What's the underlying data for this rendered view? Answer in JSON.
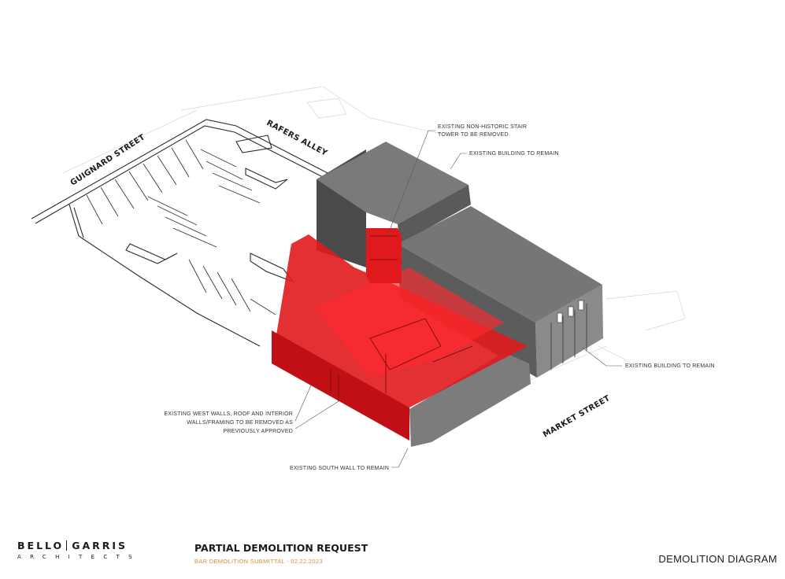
{
  "streets": {
    "guignard": "GUIGNARD STREET",
    "rafers": "RAFERS ALLEY",
    "market": "MARKET STREET"
  },
  "notes": {
    "stair_line1": "EXISTING NON-HISTORIC STAIR",
    "stair_line2": "TOWER TO BE REMOVED",
    "building_remain_top": "EXISTING BUILDING TO REMAIN",
    "building_remain_right": "EXISTING BUILDING TO REMAIN",
    "west_line1": "EXISTING WEST WALLS, ROOF AND INTERIOR",
    "west_line2": "WALLS/FRAMING TO BE REMOVED AS",
    "west_line3": "PREVIOUSLY APPROVED",
    "south_wall": "EXISTING SOUTH WALL TO REMAIN"
  },
  "title_block": {
    "firm_left": "BELLO",
    "firm_right": "GARRIS",
    "firm_sub": "ARCHITECTS",
    "project_title": "PARTIAL DEMOLITION REQUEST",
    "project_subtitle": "BAR DEMOLITION SUBMITTAL - 02.22.2023",
    "sheet_title": "DEMOLITION DIAGRAM"
  },
  "colors": {
    "demolition_red": "#e0191c",
    "building_gray": "#6e6e6e",
    "accent_orange": "#e08a3c"
  }
}
